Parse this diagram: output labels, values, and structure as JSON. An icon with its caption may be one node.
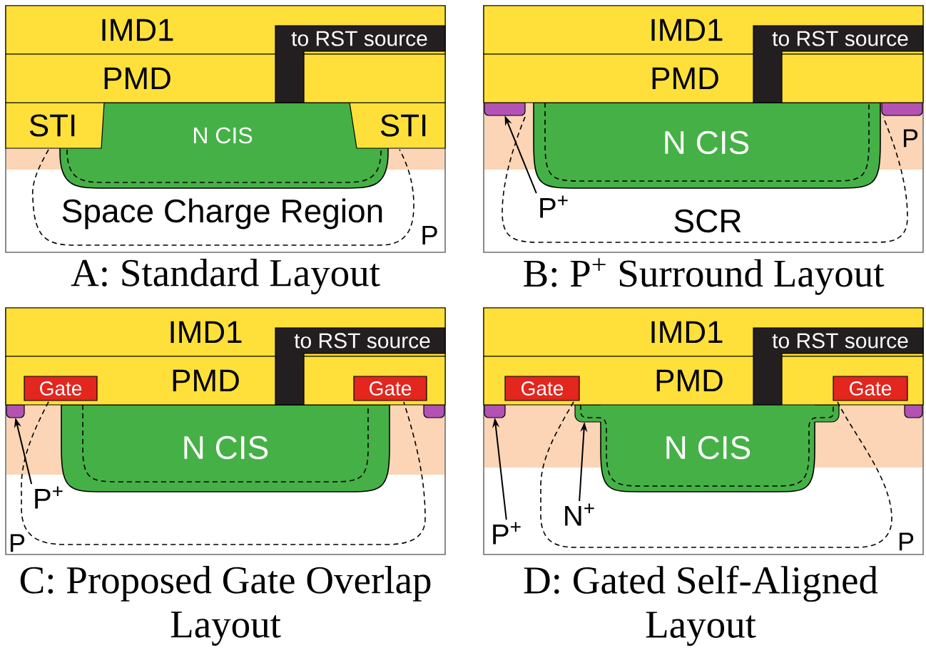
{
  "diagram": {
    "nodes": [
      {
        "text": [
          "P"
        ],
        "beside": [
          "A: Standard Layout"
        ]
      },
      {
        "text": [
          "IMD1"
        ],
        "in": 0
      },
      {
        "text": [
          "to RST source"
        ],
        "in": 0
      },
      {
        "text": [
          "PMD"
        ],
        "in": 0
      },
      {
        "text": [
          "STI"
        ],
        "in": 0
      },
      {
        "text": [
          "STI"
        ],
        "in": 0
      },
      {
        "text": [
          "N CIS"
        ],
        "in": 0
      },
      {
        "text": [
          "Space Charge Region"
        ],
        "in": 0
      },
      {
        "text": [],
        "shape": "bar",
        "in": 0
      },
      {
        "text": [],
        "shape": "bar",
        "in": 0
      },
      {
        "text": [],
        "shape": "box",
        "beside": [
          "B: P$^{+}$ Surround Layout"
        ]
      },
      {
        "text": [
          "IMD1"
        ],
        "in": 10
      },
      {
        "text": [
          "to RST source"
        ],
        "in": 10
      },
      {
        "text": [
          "PMD"
        ],
        "in": 10
      },
      {
        "text": [
          "SCR"
        ],
        "in": 10
      },
      {
        "text": [
          "N CIS"
        ],
        "in": 14
      },
      {
        "text": [
          "P$^{+}$"
        ],
        "in": 14
      },
      {
        "text": [],
        "shape": "bar",
        "in": 10
      },
      {
        "text": [],
        "shape": "box",
        "in": 17
      },
      {
        "text": [
          "P"
        ],
        "in": 10
      },
      {
        "text": [],
        "shape": "box",
        "in": 19
      },
      {
        "text": [
          "P"
        ],
        "beside": [
          "C: Proposed Gate Overlap Layout"
        ]
      },
      {
        "text": [
          "IMD1"
        ],
        "in": 21
      },
      {
        "text": [
          "to RST source"
        ],
        "in": 21
      },
      {
        "text": [
          "PMD"
        ],
        "in": 21
      },
      {
        "text": [
          "Gate"
        ],
        "in": 24
      },
      {
        "text": [
          "Gate"
        ],
        "in": 24
      },
      {
        "text": [
          "N CIS"
        ],
        "in": 21
      },
      {
        "text": [
          "P$^{+}$"
        ],
        "in": 21
      },
      {
        "text": [],
        "shape": "bar",
        "in": 21
      },
      {
        "text": [],
        "shape": "box",
        "in": 29
      },
      {
        "text": [],
        "shape": "bar",
        "in": 21
      },
      {
        "text": [],
        "shape": "box",
        "in": 31
      },
      {
        "text": [
          "P"
        ],
        "beside": [
          "D: Gated Self-Aligned Layout"
        ]
      },
      {
        "text": [
          "IMD1"
        ],
        "in": 33
      },
      {
        "text": [
          "to RST source"
        ],
        "in": 33
      },
      {
        "text": [
          "PMD"
        ],
        "in": 33
      },
      {
        "text": [
          "Gate"
        ],
        "in": 36
      },
      {
        "text": [
          "Gate"
        ],
        "in": 36
      },
      {
        "text": [
          "N CIS"
        ],
        "in": 33
      },
      {
        "text": [
          "P$^{+}$"
        ],
        "in": 33
      },
      {
        "text": [
          "N$^{+}$"
        ],
        "in": 33
      },
      {
        "text": [],
        "shape": "bar",
        "in": 33
      },
      {
        "text": [],
        "shape": "box",
        "in": 42
      },
      {
        "text": [],
        "shape": "box",
        "in": 33
      },
      {
        "text": [],
        "shape": "bar",
        "in": 33
      },
      {
        "text": [],
        "shape": "box",
        "in": 45
      }
    ],
    "edges": [
      {
        "from": 16,
        "to": 18,
        "arrow": "to"
      },
      {
        "from": 28,
        "to": 30,
        "arrow": "to"
      },
      {
        "from": 40,
        "to": 43,
        "arrow": "to"
      },
      {
        "from": 41,
        "to": 44,
        "arrow": "to"
      }
    ]
  }
}
